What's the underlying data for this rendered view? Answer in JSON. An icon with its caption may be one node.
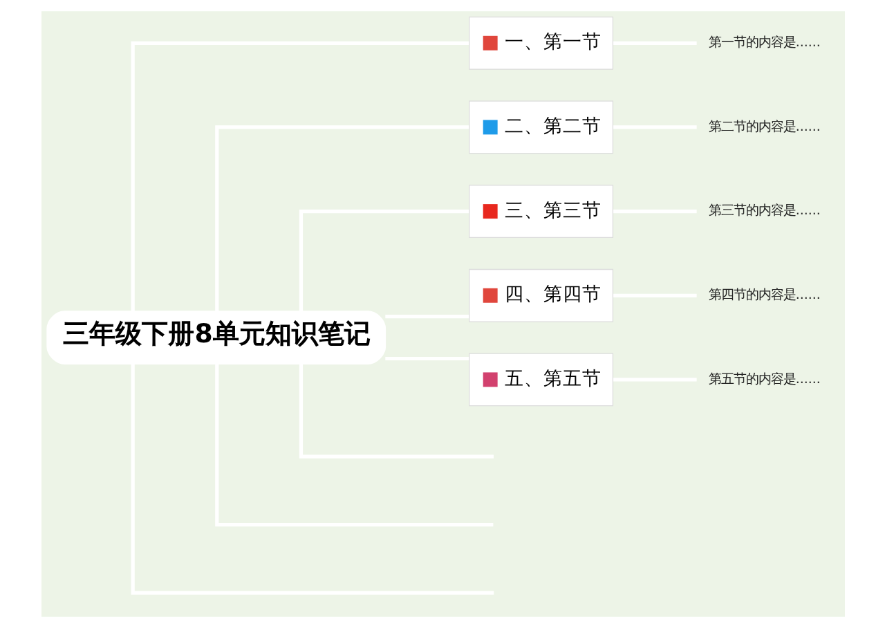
{
  "diagram": {
    "nodes": [
      {
        "text": [
          "三年级下册8单元知识笔记"
        ]
      },
      {
        "text": [
          "一、第一节"
        ]
      },
      {
        "text": [
          "第一节的内容是......"
        ]
      },
      {
        "text": [
          "二、第二节"
        ]
      },
      {
        "text": [
          "第二节的内容是......"
        ]
      },
      {
        "text": [
          "三、第三节"
        ]
      },
      {
        "text": [
          "第三节的内容是......"
        ]
      },
      {
        "text": [
          "四、第四节"
        ]
      },
      {
        "text": [
          "第四节的内容是......"
        ]
      },
      {
        "text": [
          "五、第五节"
        ]
      },
      {
        "text": [
          "第五节的内容是......"
        ]
      }
    ],
    "edges": [
      {
        "from": 0,
        "to": 1,
        "arrow": "none"
      },
      {
        "from": 1,
        "to": 2,
        "arrow": "none"
      },
      {
        "from": 0,
        "to": 3,
        "arrow": "none"
      },
      {
        "from": 3,
        "to": 4,
        "arrow": "none"
      },
      {
        "from": 0,
        "to": 5,
        "arrow": "none"
      },
      {
        "from": 5,
        "to": 6,
        "arrow": "none"
      },
      {
        "from": 0,
        "to": 7,
        "arrow": "none"
      },
      {
        "from": 7,
        "to": 8,
        "arrow": "none"
      },
      {
        "from": 0,
        "to": 9,
        "arrow": "none"
      },
      {
        "from": 9,
        "to": 10,
        "arrow": "none"
      },
      {
        "from": 0,
        "to": null,
        "arrow": "none"
      },
      {
        "from": 0,
        "to": null,
        "arrow": "none"
      },
      {
        "from": 0,
        "to": null,
        "arrow": "none"
      }
    ]
  }
}
